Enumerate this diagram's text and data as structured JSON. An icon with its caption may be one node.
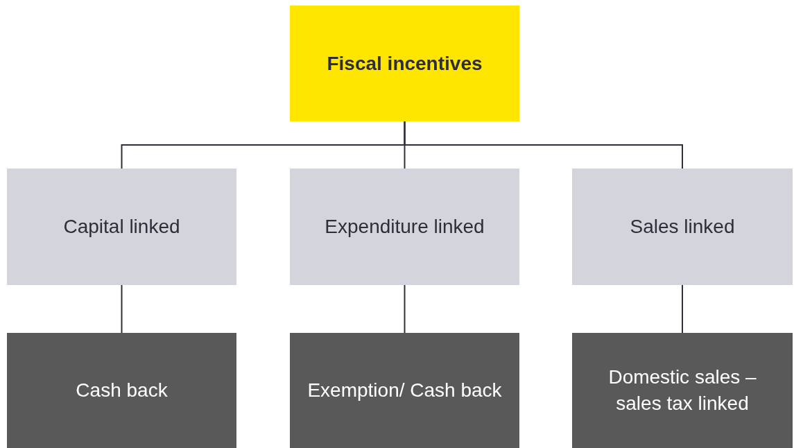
{
  "diagram": {
    "nodes": [
      {
        "text": [
          "Fiscal incentives"
        ]
      },
      {
        "text": [
          "Capital linked"
        ]
      },
      {
        "text": [
          "Expenditure linked"
        ]
      },
      {
        "text": [
          "Sales linked"
        ]
      },
      {
        "text": [
          "Cash back"
        ]
      },
      {
        "text": [
          "Exemption/ Cash back"
        ]
      },
      {
        "text": [
          "Domestic sales – sales tax linked"
        ]
      }
    ],
    "edges": [
      {
        "from": 0,
        "to": 1,
        "arrow": "none"
      },
      {
        "from": 0,
        "to": 2,
        "arrow": "none"
      },
      {
        "from": 0,
        "to": 3,
        "arrow": "none"
      },
      {
        "from": 1,
        "to": 4,
        "arrow": "none"
      },
      {
        "from": 2,
        "to": 5,
        "arrow": "none"
      },
      {
        "from": 3,
        "to": 6,
        "arrow": "none"
      }
    ]
  }
}
